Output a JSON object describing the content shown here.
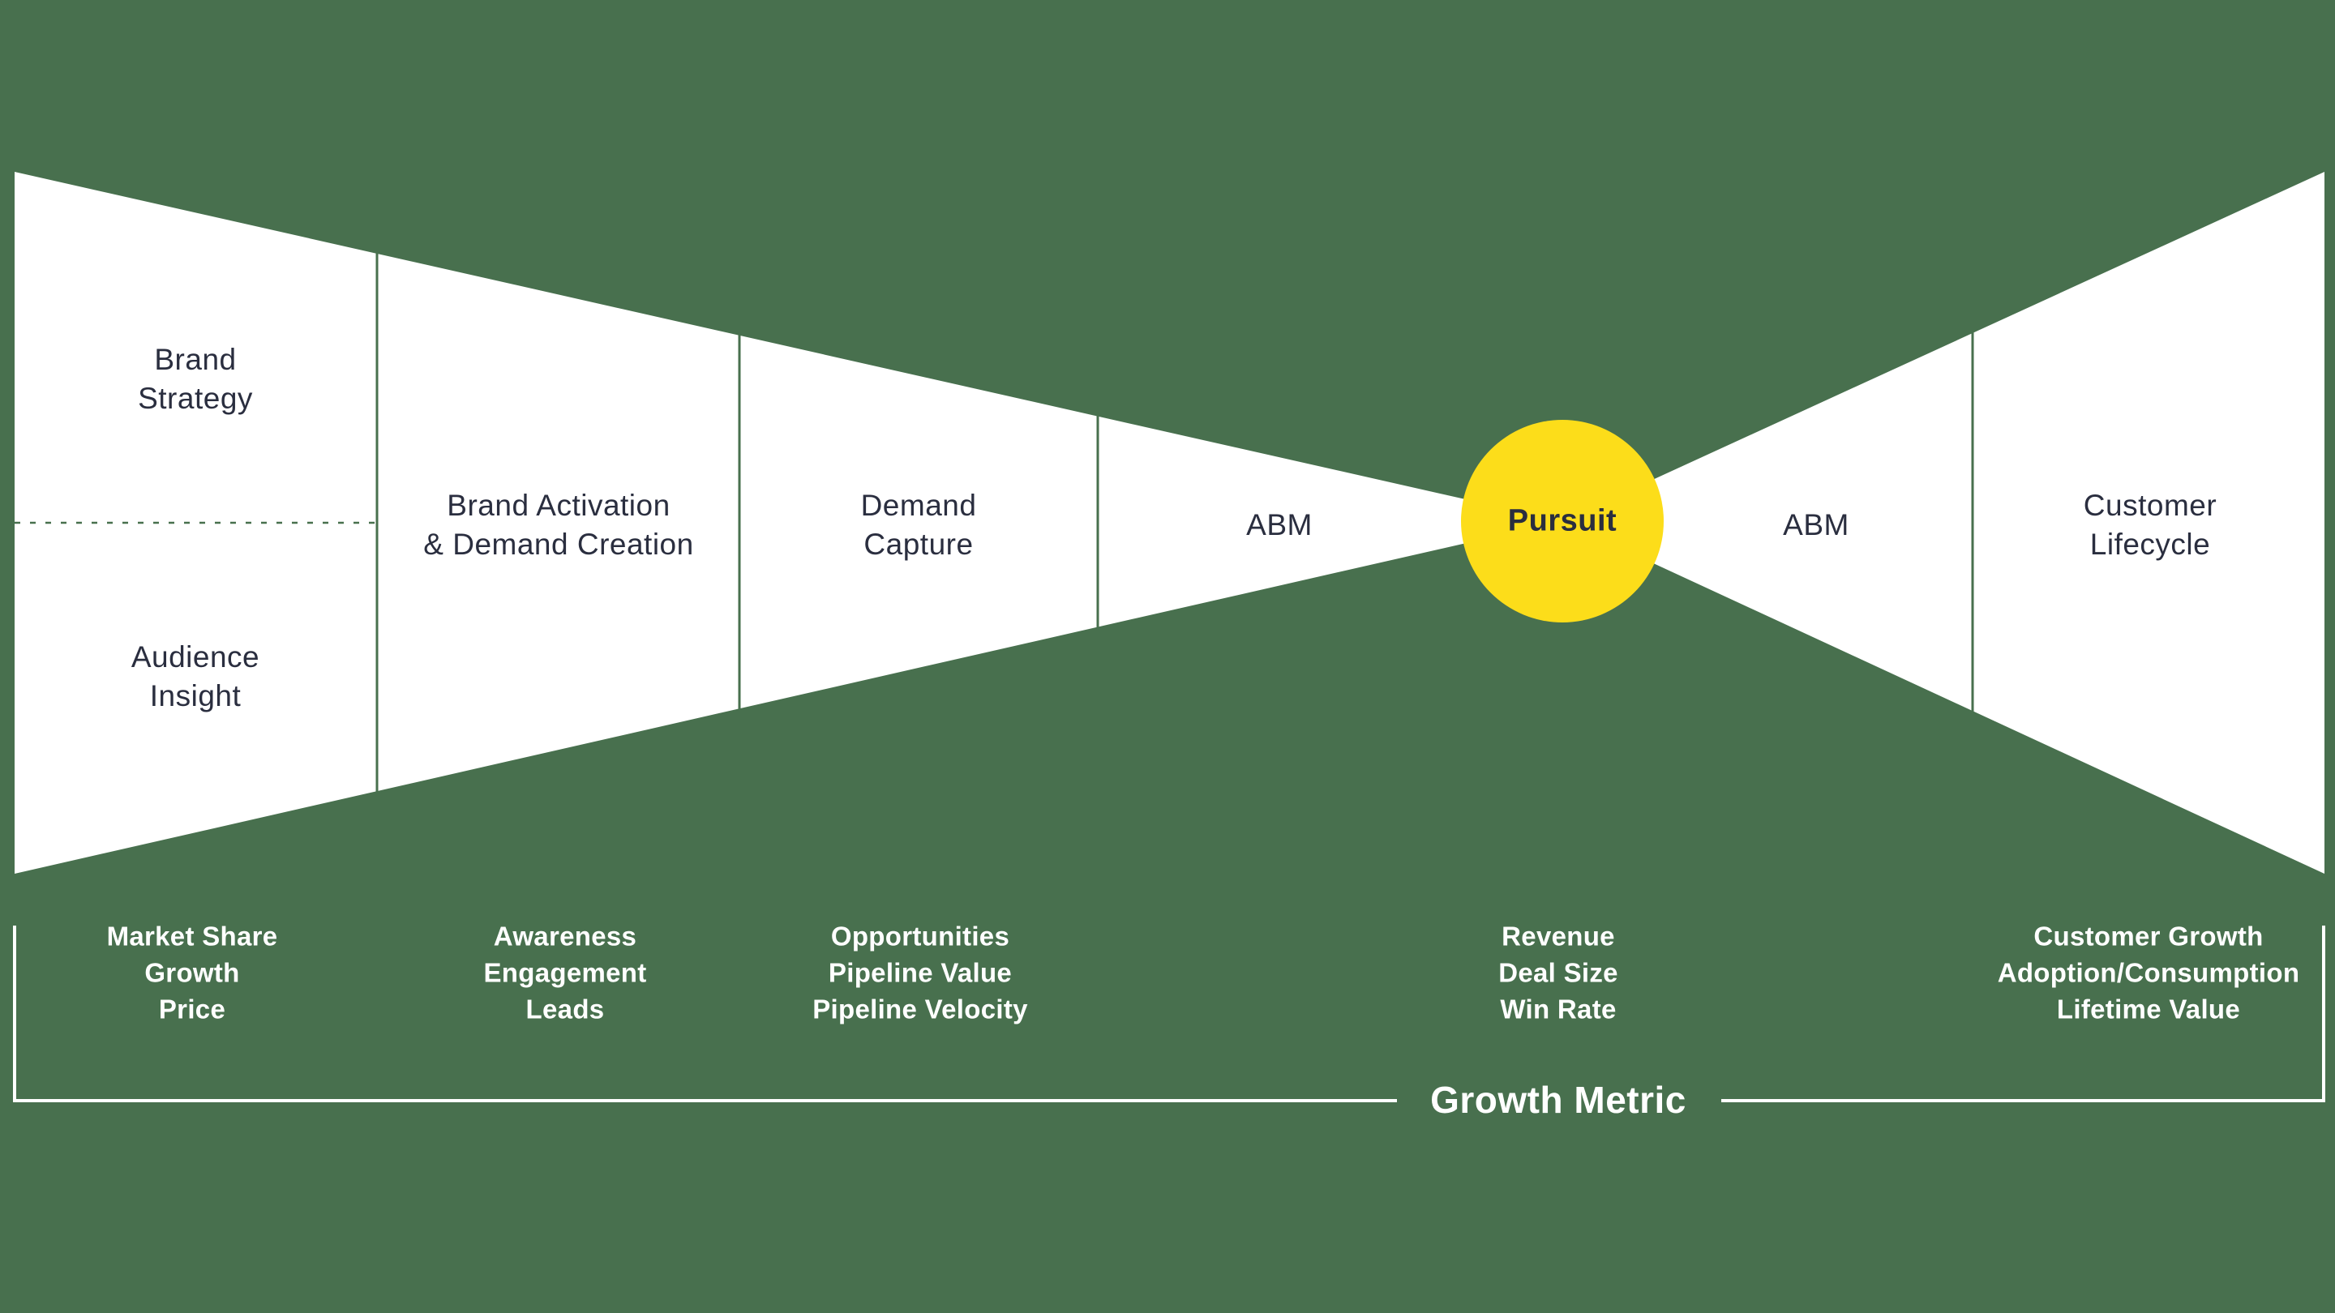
{
  "colors": {
    "background": "#48704E",
    "shape_fill": "#FFFFFF",
    "accent_yellow": "#FCDD1A",
    "text_dark": "#2A2E3F",
    "text_light": "#FFFFFF"
  },
  "funnel": {
    "stage_brand_strategy": "Brand\nStrategy",
    "stage_audience_insight": "Audience\nInsight",
    "stage_brand_activation": "Brand Activation\n& Demand Creation",
    "stage_demand_capture": "Demand\nCapture",
    "stage_abm_left": "ABM",
    "stage_pursuit": "Pursuit",
    "stage_abm_right": "ABM",
    "stage_customer_lifecycle": "Customer\nLifecycle"
  },
  "metrics": {
    "brand": "Market Share\nGrowth\nPrice",
    "activation": "Awareness\nEngagement\nLeads",
    "demand": "Opportunities\nPipeline Value\nPipeline Velocity",
    "pursuit": "Revenue\nDeal Size\nWin Rate",
    "lifecycle": "Customer Growth\nAdoption/Consumption\nLifetime Value"
  },
  "axis": {
    "growth_metric_label": "Growth Metric"
  }
}
